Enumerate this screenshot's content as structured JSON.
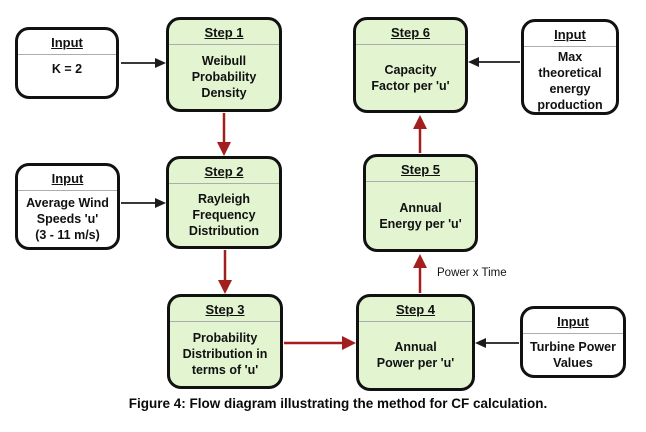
{
  "figure": {
    "caption": "Figure 4: Flow diagram illustrating the method for CF calculation."
  },
  "colors": {
    "node_fill": "#e2f4d0",
    "input_fill": "#ffffff",
    "border": "#111111",
    "divider": "#adadad",
    "arrow_red": "#a31e1e",
    "arrow_black": "#1c1c1c"
  },
  "nodes": {
    "input_k": {
      "header": "Input",
      "body": "K = 2"
    },
    "step1": {
      "header": "Step 1",
      "body": "Weibull\nProbability\nDensity"
    },
    "step6": {
      "header": "Step 6",
      "body": "Capacity\nFactor per 'u'"
    },
    "input_max": {
      "header": "Input",
      "body": "Max\ntheoretical\nenergy\nproduction"
    },
    "input_wind": {
      "header": "Input",
      "body": "Average Wind\nSpeeds 'u'\n(3 - 11 m/s)"
    },
    "step2": {
      "header": "Step 2",
      "body": "Rayleigh\nFrequency\nDistribution"
    },
    "step5": {
      "header": "Step 5",
      "body": "Annual\nEnergy per 'u'"
    },
    "step3": {
      "header": "Step 3",
      "body": "Probability\nDistribution in\nterms of 'u'"
    },
    "step4": {
      "header": "Step 4",
      "body": "Annual\nPower per 'u'"
    },
    "input_turbine": {
      "header": "Input",
      "body": "Turbine Power\nValues"
    }
  },
  "labels": {
    "power_time": "Power x Time"
  }
}
